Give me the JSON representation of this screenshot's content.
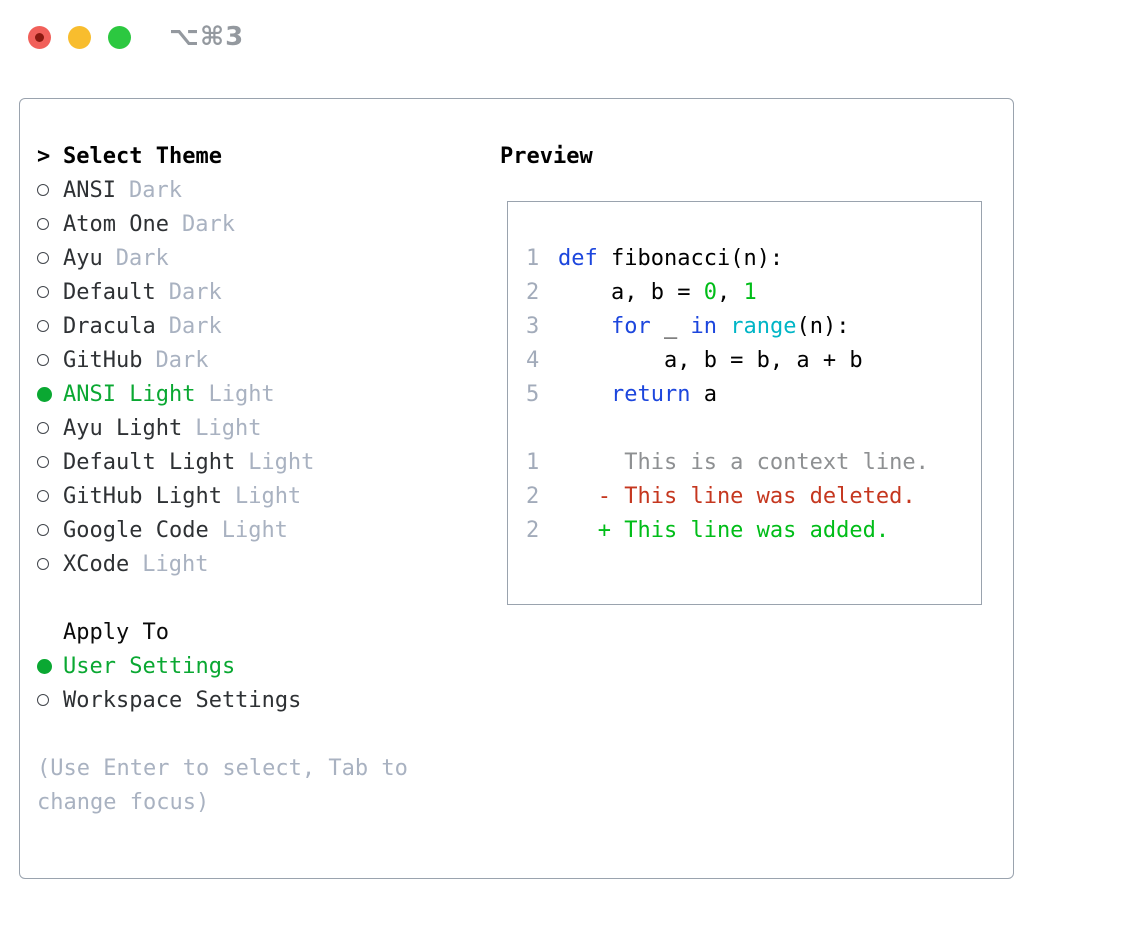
{
  "window": {
    "title_shortcut": "⌥⌘3"
  },
  "colors": {
    "selected_green": "#0aa832",
    "item_text": "#2e3134",
    "tag_gray": "#a9b2c1",
    "radio_outline": "#42464c"
  },
  "theme_selector": {
    "prompt": ">",
    "heading": "Select Theme",
    "items": [
      {
        "name": "ANSI",
        "tag": "Dark",
        "selected": false
      },
      {
        "name": "Atom One",
        "tag": "Dark",
        "selected": false
      },
      {
        "name": "Ayu",
        "tag": "Dark",
        "selected": false
      },
      {
        "name": "Default",
        "tag": "Dark",
        "selected": false
      },
      {
        "name": "Dracula",
        "tag": "Dark",
        "selected": false
      },
      {
        "name": "GitHub",
        "tag": "Dark",
        "selected": false
      },
      {
        "name": "ANSI Light",
        "tag": "Light",
        "selected": true
      },
      {
        "name": "Ayu Light",
        "tag": "Light",
        "selected": false
      },
      {
        "name": "Default Light",
        "tag": "Light",
        "selected": false
      },
      {
        "name": "GitHub Light",
        "tag": "Light",
        "selected": false
      },
      {
        "name": "Google Code",
        "tag": "Light",
        "selected": false
      },
      {
        "name": "XCode",
        "tag": "Light",
        "selected": false
      }
    ]
  },
  "apply_to": {
    "heading": "Apply To",
    "options": [
      {
        "name": "User Settings",
        "selected": true
      },
      {
        "name": "Workspace Settings",
        "selected": false
      }
    ]
  },
  "hint": {
    "lines": [
      "(Use Enter to select, Tab to",
      "change focus)"
    ]
  },
  "preview": {
    "heading": "Preview",
    "colors": {
      "code": "#000000",
      "keyword": "#1c46dd",
      "builtin": "#00b5c6",
      "number": "#00bd18",
      "context": "#8e9092",
      "deleted": "#c5371f",
      "added": "#00bd18",
      "line_number": "#a2abba"
    },
    "code_lines": [
      {
        "num": "1",
        "segments": [
          {
            "t": "def",
            "s": "keyword"
          },
          {
            "t": " fibonacci(n):",
            "s": "code"
          }
        ]
      },
      {
        "num": "2",
        "segments": [
          {
            "t": "    a, b = ",
            "s": "code"
          },
          {
            "t": "0",
            "s": "number"
          },
          {
            "t": ", ",
            "s": "code"
          },
          {
            "t": "1",
            "s": "number"
          }
        ]
      },
      {
        "num": "3",
        "segments": [
          {
            "t": "    ",
            "s": "code"
          },
          {
            "t": "for",
            "s": "keyword"
          },
          {
            "t": " _ ",
            "s": "code"
          },
          {
            "t": "in",
            "s": "keyword"
          },
          {
            "t": " ",
            "s": "code"
          },
          {
            "t": "range",
            "s": "builtin"
          },
          {
            "t": "(n):",
            "s": "code"
          }
        ]
      },
      {
        "num": "4",
        "segments": [
          {
            "t": "        a, b = b, a + b",
            "s": "code"
          }
        ]
      },
      {
        "num": "5",
        "segments": [
          {
            "t": "    ",
            "s": "code"
          },
          {
            "t": "return",
            "s": "keyword"
          },
          {
            "t": " a",
            "s": "code"
          }
        ]
      },
      {
        "num": "",
        "segments": []
      },
      {
        "num": "1",
        "segments": [
          {
            "t": "     This is a context line.",
            "s": "context"
          }
        ]
      },
      {
        "num": "2",
        "segments": [
          {
            "t": "   - This line was deleted.",
            "s": "deleted"
          }
        ]
      },
      {
        "num": "2",
        "segments": [
          {
            "t": "   + This line was added.",
            "s": "added"
          }
        ]
      }
    ]
  }
}
